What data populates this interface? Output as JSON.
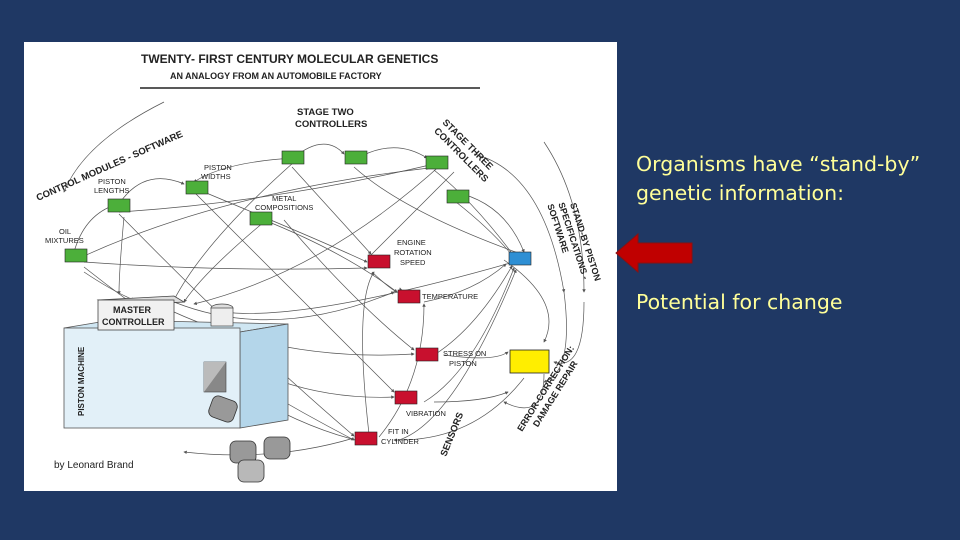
{
  "figure": {
    "title": "TWENTY- FIRST CENTURY MOLECULAR GENETICS",
    "subtitle": "AN ANALOGY FROM AN AUTOMOBILE FACTORY",
    "control_modules": "CONTROL MODULES - SOFTWARE",
    "stage_two": [
      "STAGE TWO",
      "CONTROLLERS"
    ],
    "stage_three": [
      "STAGE THREE",
      "CONTROLLERS"
    ],
    "piston_widths": [
      "PISTON",
      "WIDTHS"
    ],
    "piston_lengths": [
      "PISTON",
      "LENGTHS"
    ],
    "metal_compositions": [
      "METAL",
      "COMPOSITIONS"
    ],
    "oil_mixtures": [
      "OIL",
      "MIXTURES"
    ],
    "engine_rotation_speed": [
      "ENGINE",
      "ROTATION",
      "SPEED"
    ],
    "temperature": "TEMPERATURE",
    "stress_on_piston": [
      "STRESS ON",
      "PISTON"
    ],
    "vibration": "VIBRATION",
    "fit_in_cylinder": [
      "FIT IN",
      "CYLINDER"
    ],
    "sensors": "SENSORS",
    "standby": [
      "STAND-BY PISTON",
      "SPECIFICATIONS -",
      "SOFTWARE"
    ],
    "error_correction": [
      "ERROR-CORRECTION:",
      "DAMAGE REPAIR"
    ],
    "master_controller": [
      "MASTER",
      "CONTROLLER"
    ],
    "piston_machine": "PISTON MACHINE",
    "credit": "by Leonard Brand"
  },
  "right": {
    "line1": "Organisms have “stand-by” genetic information:",
    "line2": "Potential for change"
  },
  "colors": {
    "background": "#1f3864",
    "text": "#ffff99",
    "green_box": "#4caf3a",
    "red_box": "#c8102e",
    "blue_box": "#2e8fd4",
    "yellow_box": "#ffee00",
    "arrow": "#c00000"
  }
}
